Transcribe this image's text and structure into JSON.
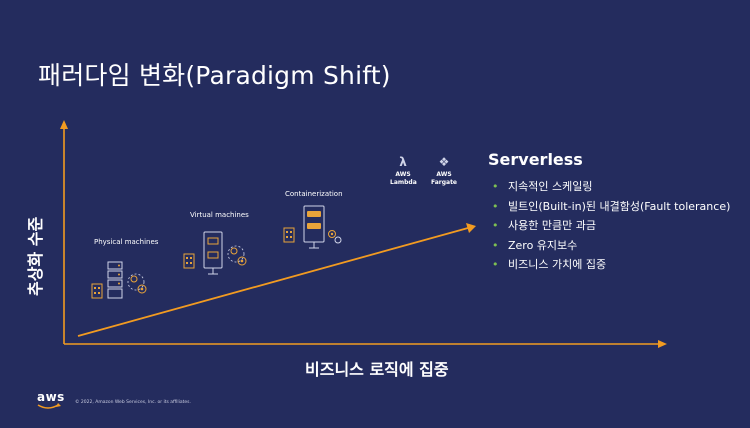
{
  "title": "패러다임 변화(Paradigm Shift)",
  "axes": {
    "y_label": "추상화 수준",
    "x_label": "비즈니스 로직에 집중"
  },
  "stages": {
    "physical": "Physical machines",
    "virtual": "Virtual machines",
    "container": "Containerization"
  },
  "services": {
    "lambda": {
      "line1": "AWS",
      "line2": "Lambda",
      "icon": "lambda-icon"
    },
    "fargate": {
      "line1": "AWS",
      "line2": "Fargate",
      "icon": "fargate-icon"
    }
  },
  "serverless": {
    "title": "Serverless",
    "bullets": [
      "지속적인 스케일링",
      "빌트인(Built-in)된 내결함성(Fault tolerance)",
      "사용한 만큼만 과금",
      "Zero 유지보수",
      "비즈니스 가치에 집중"
    ]
  },
  "footer": {
    "logo": "aws",
    "copyright": "© 2022, Amazon Web Services, Inc. or its affiliates."
  },
  "colors": {
    "background": "#242c5e",
    "accent_orange": "#f29b21",
    "bullet_green": "#7dbf52",
    "icon_orange": "#e8a33a"
  }
}
